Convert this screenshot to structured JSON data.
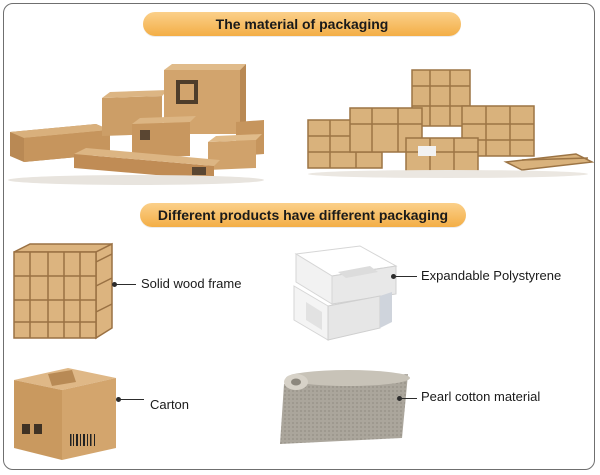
{
  "header": {
    "title": "The material of packaging"
  },
  "section2": {
    "title": "Different products have different packaging"
  },
  "items": [
    {
      "label": "Solid wood frame"
    },
    {
      "label": "Expandable Polystyrene"
    },
    {
      "label": "Carton"
    },
    {
      "label": "Pearl cotton material"
    }
  ],
  "colors": {
    "banner": "#f3ae46",
    "cardboard": "#c99a63",
    "wood": "#d8b07a",
    "foam": "#f4f4f4",
    "pearl_cotton": "#a9a49a"
  }
}
